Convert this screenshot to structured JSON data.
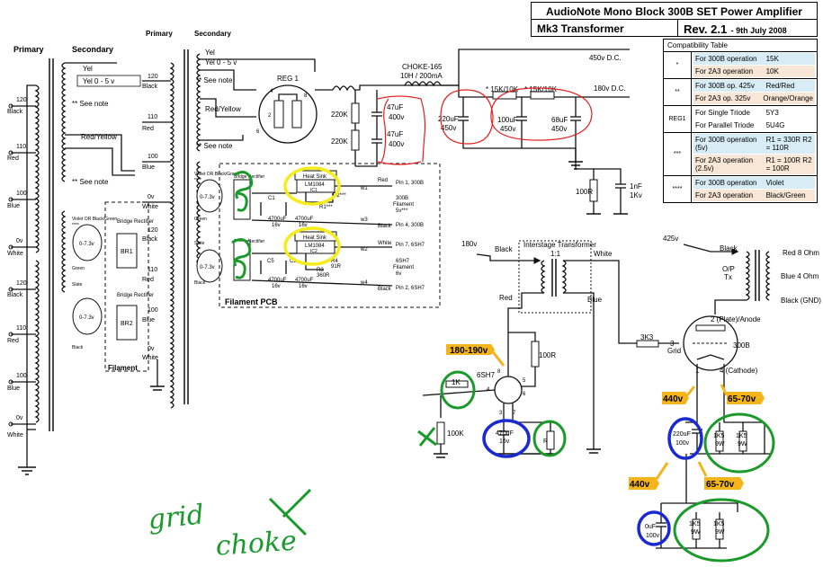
{
  "header": {
    "title": "AudioNote Mono Block 300B SET Power Amplifier",
    "subtitle": "Mk3 Transformer",
    "revision": "Rev. 2.1",
    "revision_date": "- 9th July 2008"
  },
  "compat_table": {
    "title": "Compatibility Table",
    "rows": [
      {
        "key": "*",
        "options": [
          {
            "label": "For 300B operation",
            "value": "15K",
            "tint": "blue"
          },
          {
            "label": "For 2A3 operation",
            "value": "10K",
            "tint": "peach"
          }
        ]
      },
      {
        "key": "**",
        "options": [
          {
            "label": "For 300B op. 425v",
            "value": "Red/Red",
            "tint": "blue"
          },
          {
            "label": "For 2A3 op. 325v",
            "value": "Orange/Orange",
            "tint": "peach"
          }
        ]
      },
      {
        "key": "REG1",
        "options": [
          {
            "label": "For Single Triode",
            "value": "5Y3",
            "tint": "none"
          },
          {
            "label": "For Parallel Triode",
            "value": "5U4G",
            "tint": "none"
          }
        ]
      },
      {
        "key": "***",
        "options": [
          {
            "label": "For 300B operation (5v)",
            "value": "R1 = 330R R2 = 110R",
            "tint": "blue"
          },
          {
            "label": "For 2A3 operation (2.5v)",
            "value": "R1 = 100R R2 = 100R",
            "tint": "peach"
          }
        ]
      },
      {
        "key": "****",
        "options": [
          {
            "label": "For 300B operation",
            "value": "Violet",
            "tint": "blue"
          },
          {
            "label": "For 2A3 operation",
            "value": "Black/Green",
            "tint": "peach"
          }
        ]
      }
    ]
  },
  "transformer_left": {
    "primary": "Primary",
    "secondary": "Secondary",
    "taps": [
      "120",
      "Black",
      "110",
      "Red",
      "100",
      "Blue",
      "0v",
      "White",
      "120",
      "Black",
      "110",
      "Red",
      "100",
      "Blue",
      "0v",
      "White"
    ],
    "sec_labels": [
      "Yel",
      "Yel 0 - 5 v",
      "** See note",
      "Red/Yellow",
      "** See note",
      "Violet OR Black/Green",
      "****",
      "Green",
      "Slate",
      "Black",
      "0-7.3v",
      "0-7.3v"
    ],
    "bridge": [
      "Bridge Rectifier",
      "BR1",
      "Bridge Rectifier",
      "BR2",
      "Filament"
    ],
    "bridge_taps": [
      "120",
      "Black",
      "110",
      "Red",
      "100",
      "Blue",
      "0v",
      "White"
    ]
  },
  "transformer_center": {
    "primary": "Primary",
    "secondary": "Secondary",
    "sec_labels": [
      "Yel",
      "Yel 0 - 5 v",
      "** See note",
      "Red/Yellow",
      "** See note",
      "Violet OR Black/Green",
      "****",
      "Green",
      "Slate",
      "Black",
      "0-7.3v",
      "0-7.3v"
    ],
    "taps": [
      "120",
      "Black",
      "110",
      "Red",
      "100",
      "Blue",
      "0v",
      "White"
    ],
    "bridge": [
      "Bridge Rectifier",
      "Bridge Rectifier"
    ]
  },
  "psu": {
    "reg1": "REG 1",
    "choke": "CHOKE-165",
    "choke_spec": "10H / 200mA",
    "r220k_a": "220K",
    "r220k_b": "220K",
    "c47a": "47uF",
    "c47a_v": "400v",
    "c47b": "47uF",
    "c47b_v": "400v",
    "c220": "220uF",
    "c220_v": "450v",
    "c100": "100uF",
    "c100_v": "450v",
    "c68": "68uF",
    "c68_v": "450v",
    "r15a": "* 15K/10K",
    "r15b": "* 15K/10K",
    "v450": "450v D.C.",
    "v180": "180v D.C.",
    "r100": "100R",
    "c1n": "1nF",
    "c1n_v": "1Kv",
    "pins": [
      "4",
      "8",
      "2",
      "6"
    ]
  },
  "filament_pcb": {
    "title": "Filament PCB",
    "heatsink1": "Heat Sink",
    "reg1": "LM1084",
    "ic1": "IC1",
    "heatsink2": "Heat Sink",
    "reg2": "LM1084",
    "ic2": "IC2",
    "c1": "C1",
    "c1_val": "4700uF",
    "c1_v": "16v",
    "c2_val": "4700uF",
    "c2_v": "16v",
    "c3": "C3",
    "c3_val": "4700uF",
    "c3_v": "16v",
    "c5": "C5",
    "c5_val": "4700uF",
    "c5_v": "16v",
    "r1": "R1***",
    "r2": "R2***",
    "r3": "R3",
    "r3_val": "360R",
    "r4": "R4",
    "r4_val": "91R",
    "w1": "w1",
    "w2": "w2",
    "w3": "w3",
    "w4": "w4",
    "out1_color": "Red",
    "out1": "Pin 1, 300B",
    "fil300b": "300B",
    "fil300b_2": "Filament",
    "fil300b_3": "5v***",
    "out2_color": "Black",
    "out2": "Pin 4, 300B",
    "out3_color": "White",
    "out3": "Pin 7, 6SH7",
    "fil6sh7": "6SH7",
    "fil6sh7_2": "Filament",
    "fil6sh7_3": "6v",
    "out4_color": "Black",
    "out4": "Pin 2, 6SH7",
    "in_labels": [
      "Violet OR Black/Green",
      "****",
      "0-7.3v",
      "Green",
      "Slate",
      "0-7.3v",
      "Black"
    ],
    "bridge_labels": [
      "Bridge Rectifier",
      "Bridge Rectifier"
    ]
  },
  "amp": {
    "v180": "180v",
    "black": "Black",
    "interstage": "Interstage Transformer",
    "ratio": "1:1",
    "white": "White",
    "red": "Red",
    "blue": "Blue",
    "v425": "425v",
    "op_black": "Black",
    "red8": "Red 8 Ohm",
    "blue4": "Blue 4 Ohm",
    "black_gnd": "Black (GND)",
    "optx": "O/P",
    "optx2": "Tx",
    "r3k3": "3K3",
    "tube_300b": "300B",
    "plate": "2 (Plate)/Anode",
    "grid": "Grid",
    "pin3": "3",
    "pin1": "1",
    "cathode": "4 (Cathode)",
    "tube_6sh7": "6SH7",
    "pins_6sh7": [
      "8",
      "4",
      "5",
      "6",
      "3",
      "7"
    ],
    "r100r": "100R",
    "r1k": "1K",
    "r100k": "100K",
    "c470": "470uF",
    "c470_v": "16v",
    "r_cath": "R",
    "c220uf": "220uF",
    "c220uf_v": "100v",
    "r1k5a": "1K5",
    "r1k5a_w": "9W",
    "r1k5b": "1K5",
    "r1k5b_w": "9W",
    "c_lower": "0uF",
    "c_lower_v": "100v",
    "r1k5c": "1K5",
    "r1k5c_w": "9W",
    "r1k5d": "1K5",
    "r1k5d_w": "9W"
  },
  "annotations": {
    "a1": "180-190v",
    "a2": "440v",
    "a3": "65-70v",
    "a4": "440v",
    "a5": "65-70v",
    "handwriting_grid": "grid",
    "handwriting_choke": "choke",
    "x_mark": "X"
  },
  "colors": {
    "yellow": "#f4ec1c",
    "orange": "#f4b41c",
    "green": "#1a9a2a",
    "blue": "#1a2ad0",
    "red": "#e02020"
  }
}
